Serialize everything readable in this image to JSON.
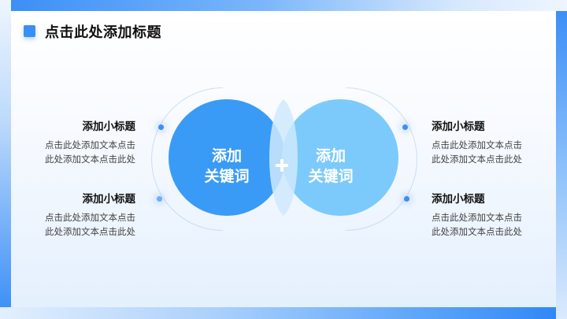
{
  "slide": {
    "title": "点击此处添加标题",
    "colors": {
      "accent": "#3a8ff6",
      "circle_left": "#3a9bf6",
      "circle_right": "#7ccafc",
      "text_dark": "#111111",
      "text_body": "#444444"
    }
  },
  "venn": {
    "left": {
      "line1": "添加",
      "line2": "关键词"
    },
    "right": {
      "line1": "添加",
      "line2": "关键词"
    },
    "center_icon": "plus-icon"
  },
  "items": [
    {
      "title": "添加小标题",
      "desc_line1": "点击此处添加文本点击",
      "desc_line2": "此处添加文本点击此处"
    },
    {
      "title": "添加小标题",
      "desc_line1": "点击此处添加文本点击",
      "desc_line2": "此处添加文本点击此处"
    },
    {
      "title": "添加小标题",
      "desc_line1": "点击此处添加文本点击",
      "desc_line2": "此处添加文本点击此处"
    },
    {
      "title": "添加小标题",
      "desc_line1": "点击此处添加文本点击",
      "desc_line2": "此处添加文本点击此处"
    }
  ]
}
